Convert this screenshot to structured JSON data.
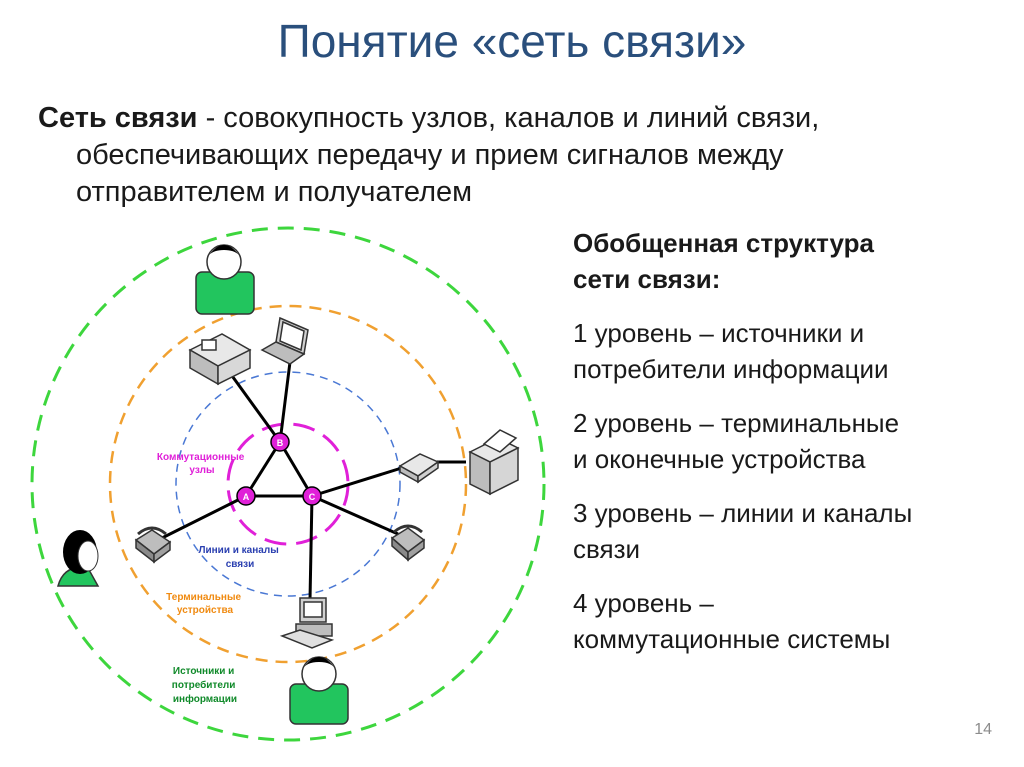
{
  "slide": {
    "title": "Понятие «сеть связи»",
    "page_number": "14"
  },
  "definition": {
    "term": "Сеть связи",
    "text_line1": " - совокупность узлов, каналов и линий связи,",
    "text_line2": "обеспечивающих передачу и прием сигналов между",
    "text_line3": "отправителем и получателем"
  },
  "structure": {
    "title_line1": "Обобщенная структура",
    "title_line2": "сети связи:",
    "levels": [
      {
        "line1": "1 уровень – источники и",
        "line2": "потребители информации"
      },
      {
        "line1": "2 уровень – терминальные",
        "line2": "и оконечные устройства"
      },
      {
        "line1": "3 уровень – линии и каналы",
        "line2": "связи"
      },
      {
        "line1": "4 уровень –",
        "line2": "коммутационные системы"
      }
    ]
  },
  "diagram": {
    "colors": {
      "level1": "#3dd63d",
      "level2": "#f0a030",
      "level3": "#4a78d4",
      "level4": "#e020d8",
      "person_body": "#22c55e",
      "lines": "#000000"
    },
    "nodes": [
      {
        "id": "A",
        "label": "A"
      },
      {
        "id": "B",
        "label": "B"
      },
      {
        "id": "C",
        "label": "C"
      }
    ],
    "labels": {
      "switching_line1": "Коммутационные",
      "switching_line2": "узлы",
      "links_line1": "Линии и каналы",
      "links_line2": "связи",
      "terminals_line1": "Терминальные",
      "terminals_line2": "устройства",
      "sources_line1": "Источники и",
      "sources_line2": "потребители",
      "sources_line3": "информации"
    },
    "devices": [
      "fax-icon",
      "laptop-icon",
      "modem-icon",
      "printer-icon",
      "telephone-icon",
      "telephone-icon",
      "desktop-computer-icon"
    ],
    "people": [
      "person-icon",
      "person-icon",
      "person-icon"
    ]
  }
}
